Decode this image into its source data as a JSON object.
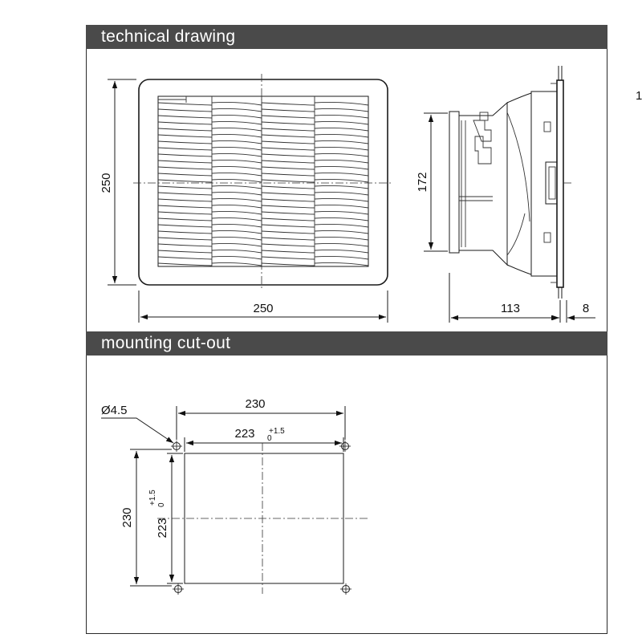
{
  "sections": {
    "technical_drawing": "technical drawing",
    "mounting_cutout": "mounting cut-out"
  },
  "technical_drawing": {
    "front_height": "250",
    "front_width": "250",
    "side_height": "172",
    "side_depth": "113",
    "flange_thickness": "8",
    "edge_mark": "1"
  },
  "mounting_cutout": {
    "hole_diameter": "Ø4.5",
    "outer_width": "230",
    "inner_width": "223",
    "inner_width_tol_upper": "+1.5",
    "inner_width_tol_lower": "0",
    "outer_height": "230",
    "inner_height": "223",
    "inner_height_tol_upper": "+1.5",
    "inner_height_tol_lower": "0"
  }
}
